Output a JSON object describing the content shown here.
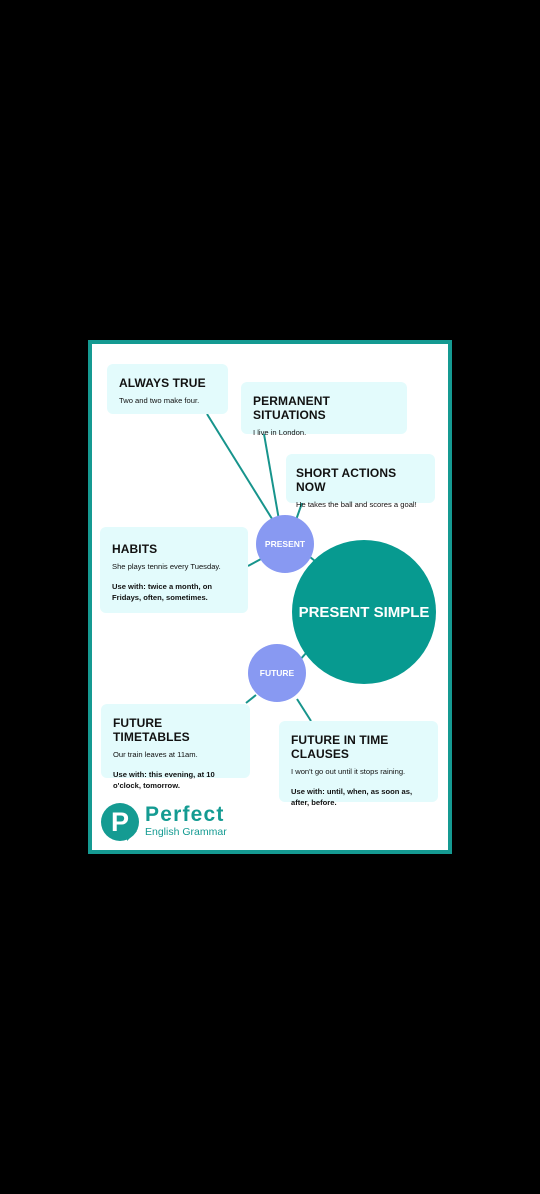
{
  "central": "PRESENT SIMPLE",
  "nodes": {
    "present": "PRESENT",
    "future": "FUTURE"
  },
  "boxes": {
    "always_true": {
      "title": "ALWAYS TRUE",
      "example": "Two and two make four."
    },
    "permanent": {
      "title": "PERMANENT SITUATIONS",
      "example": "I live in London."
    },
    "short_actions": {
      "title": "SHORT ACTIONS NOW",
      "example": "He takes the ball and scores a goal!"
    },
    "habits": {
      "title": "HABITS",
      "example": "She plays tennis every Tuesday.",
      "use_with": "Use with: twice a month, on Fridays, often, sometimes."
    },
    "future_timetables": {
      "title": "FUTURE TIMETABLES",
      "example": "Our train leaves at 11am.",
      "use_with": "Use with: this evening, at 10 o'clock, tomorrow."
    },
    "future_time_clauses": {
      "title": "FUTURE IN TIME CLAUSES",
      "example": "I won't go out until it stops raining.",
      "use_with": "Use with: until, when, as soon as, after, before."
    }
  },
  "logo": {
    "letter": "P",
    "line1": "Perfect",
    "line2": "English Grammar"
  },
  "colors": {
    "frame": "#159a92",
    "box": "#e3fbfc",
    "central": "#079a90",
    "node": "#8899f2",
    "background": "#000000"
  }
}
